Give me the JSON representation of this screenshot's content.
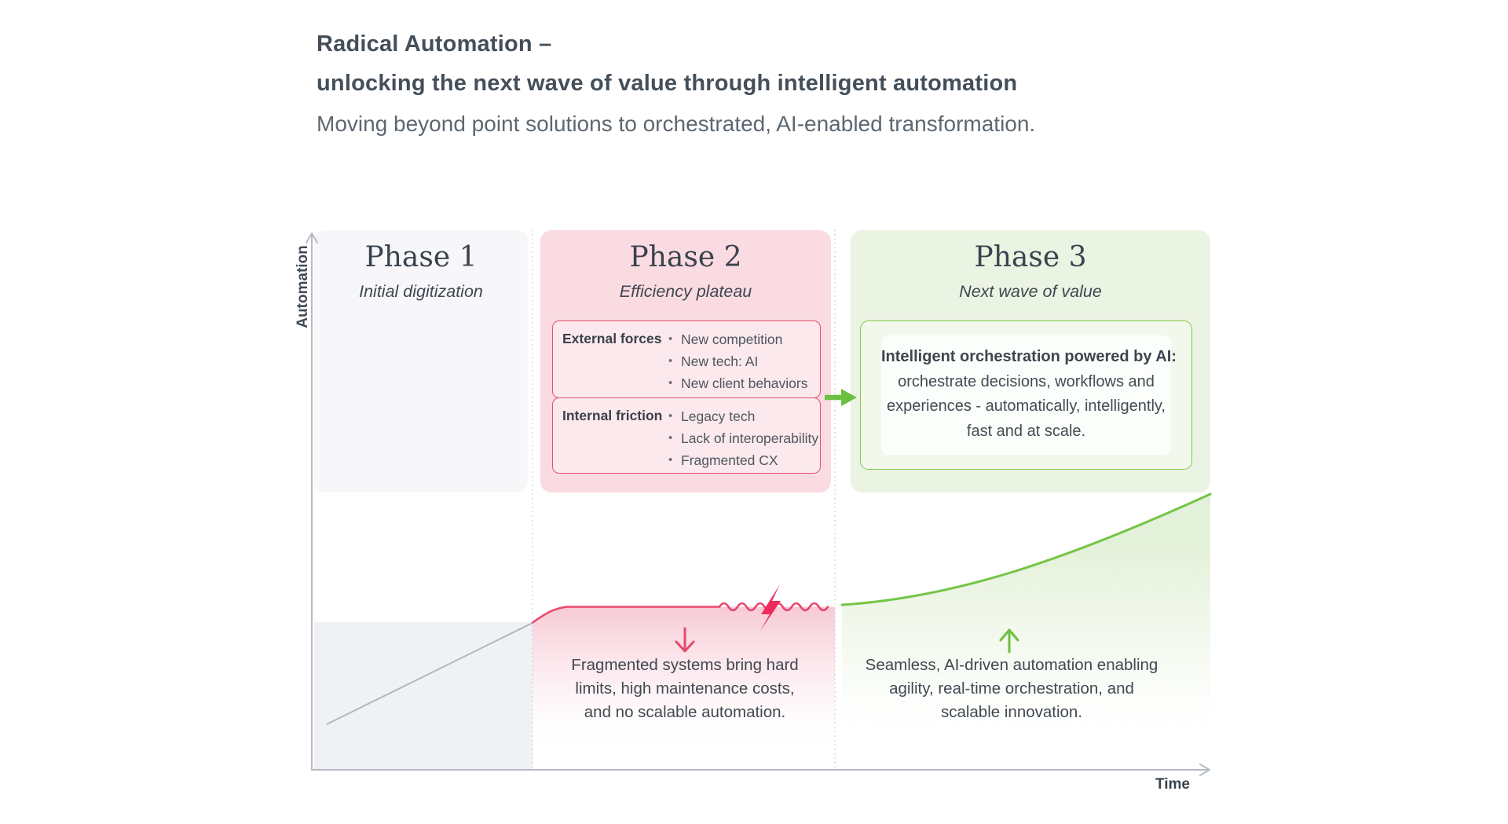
{
  "header": {
    "title_line1": "Radical Automation –",
    "title_line2": "unlocking the next wave of value through intelligent automation",
    "subtitle": "Moving beyond point solutions to orchestrated, AI-enabled transformation."
  },
  "axes": {
    "y_label": "Automation",
    "x_label": "Time"
  },
  "phases": [
    {
      "title": "Phase 1",
      "subtitle": "Initial digitization"
    },
    {
      "title": "Phase 2",
      "subtitle": "Efficiency plateau",
      "force_boxes": [
        {
          "label": "External forces",
          "bullets": [
            "New competition",
            "New tech: AI",
            "New client behaviors"
          ]
        },
        {
          "label": "Internal friction",
          "bullets": [
            "Legacy tech",
            "Lack of interoperability",
            "Fragmented CX"
          ]
        }
      ],
      "caption_lines": [
        "Fragmented systems bring hard",
        "limits, high maintenance costs,",
        "and no scalable automation."
      ]
    },
    {
      "title": "Phase 3",
      "subtitle": "Next wave of value",
      "callout_lines": [
        "Intelligent orchestration powered by AI:",
        "orchestrate decisions, workflows and",
        "experiences - automatically, intelligently,",
        "fast and at scale."
      ],
      "caption_lines": [
        "Seamless, AI-driven automation enabling",
        "agility, real-time orchestration, and",
        "scalable innovation."
      ]
    }
  ],
  "colors": {
    "pink_accent": "#e9466c",
    "pink_panel": "#fbdbe2",
    "pink_box_border": "#e0516f",
    "green_accent": "#74c546",
    "green_panel": "#ebf3e2",
    "green_box_border": "#82cb52",
    "neutral_panel": "#f7f7f9",
    "axis_gray": "#b5bbc3",
    "text_dark": "#414951"
  }
}
